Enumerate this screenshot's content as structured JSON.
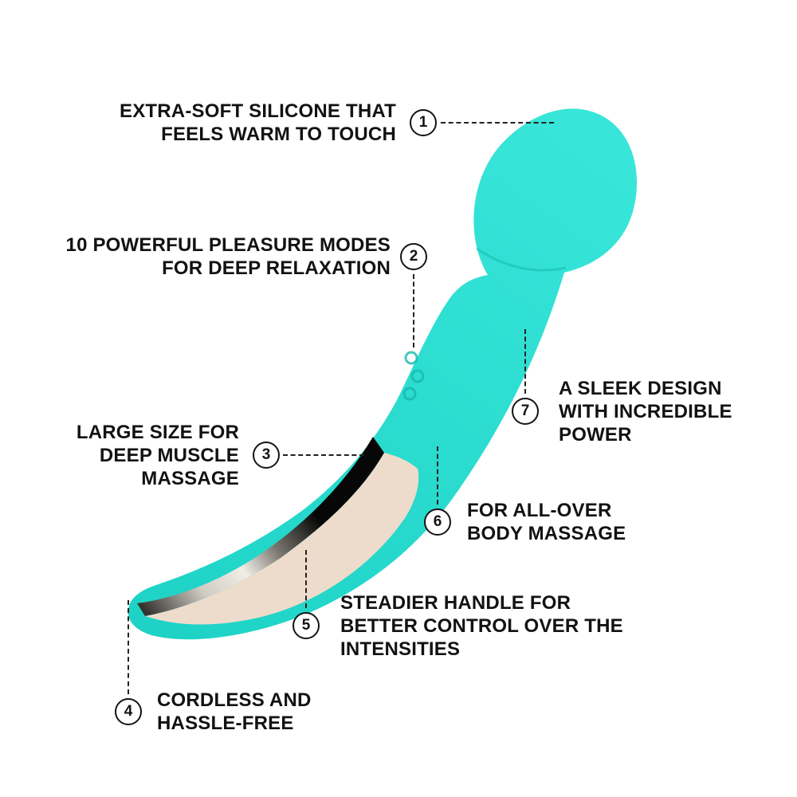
{
  "colors": {
    "background": "#ffffff",
    "text": "#121212",
    "connector": "#222222",
    "body_light": "#38E5D9",
    "body_dark": "#1ED3C6",
    "accent_detail": "#17B9AD",
    "chrome_black": "#070707",
    "chrome_mid": "#7A766F",
    "chrome_silver": "#F1EEE8",
    "chrome_soft": "#CFCBC3",
    "chrome_tip": "#35322E",
    "inner": "#EDDCCB"
  },
  "callouts": [
    {
      "number": "1",
      "lines": [
        "EXTRA-SOFT SILICONE THAT",
        "FEELS WARM TO TOUCH"
      ]
    },
    {
      "number": "2",
      "lines": [
        "10 POWERFUL PLEASURE MODES",
        "FOR DEEP RELAXATION"
      ]
    },
    {
      "number": "3",
      "lines": [
        "LARGE SIZE FOR",
        "DEEP MUSCLE",
        "MASSAGE"
      ]
    },
    {
      "number": "4",
      "lines": [
        "CORDLESS AND",
        "HASSLE-FREE"
      ]
    },
    {
      "number": "5",
      "lines": [
        "STEADIER HANDLE FOR",
        "BETTER CONTROL OVER THE",
        "INTENSITIES"
      ]
    },
    {
      "number": "6",
      "lines": [
        "FOR ALL-OVER",
        "BODY MASSAGE"
      ]
    },
    {
      "number": "7",
      "lines": [
        "A SLEEK DESIGN",
        "WITH INCREDIBLE",
        "POWER"
      ]
    }
  ]
}
